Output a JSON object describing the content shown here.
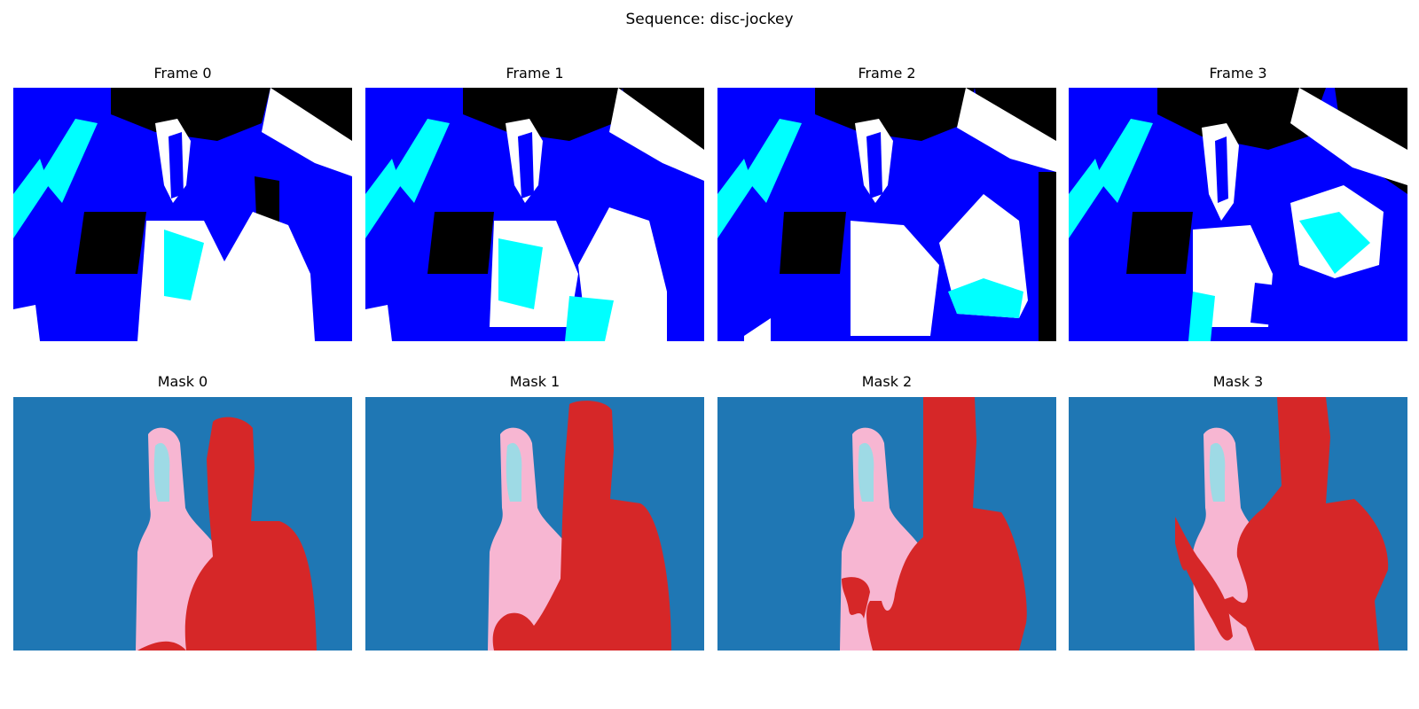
{
  "figure": {
    "title": "Sequence: disc-jockey"
  },
  "frames": [
    {
      "label": "Frame 0"
    },
    {
      "label": "Frame 1"
    },
    {
      "label": "Frame 2"
    },
    {
      "label": "Frame 3"
    }
  ],
  "masks": [
    {
      "label": "Mask 0"
    },
    {
      "label": "Mask 1"
    },
    {
      "label": "Mask 2"
    },
    {
      "label": "Mask 3"
    }
  ],
  "palette": {
    "frame_blue": "#0000ff",
    "frame_cyan": "#00ffff",
    "frame_black": "#000000",
    "frame_white": "#ffffff",
    "mask_background": "#1f77b4",
    "mask_person_left": "#f7b6d2",
    "mask_person_left_face": "#9edae5",
    "mask_person_right": "#d62728"
  }
}
